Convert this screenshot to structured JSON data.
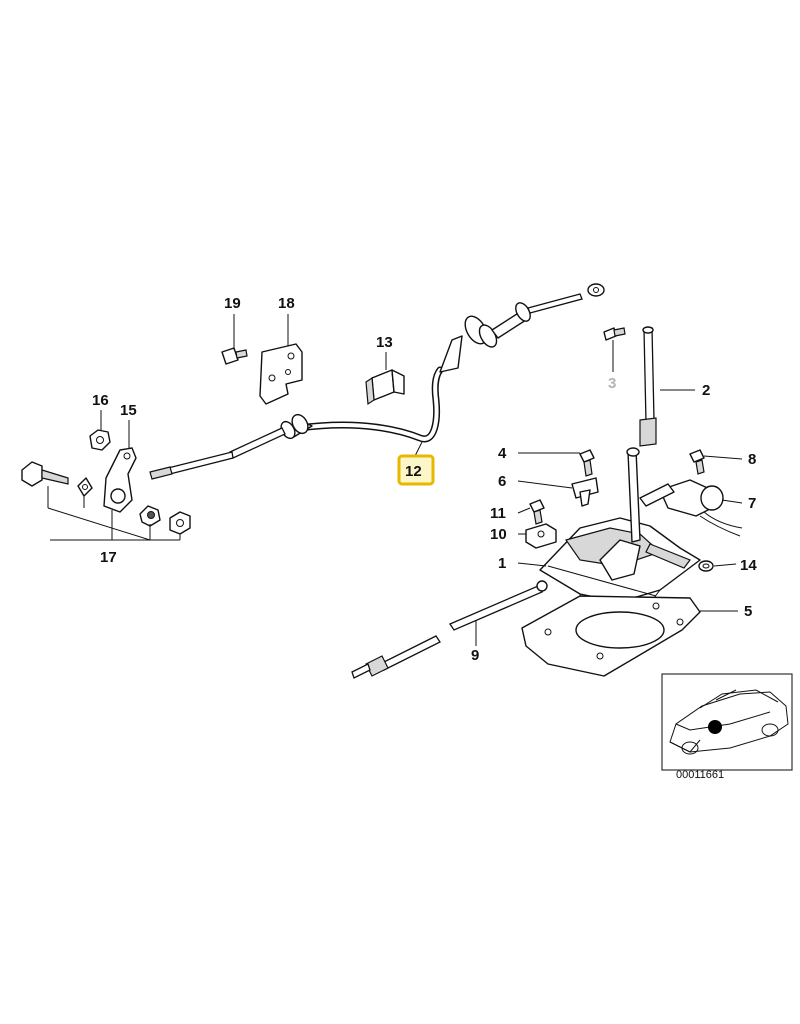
{
  "labels": {
    "p1": "1",
    "p2": "2",
    "p3": "3",
    "p4": "4",
    "p5": "5",
    "p6": "6",
    "p7": "7",
    "p8": "8",
    "p9": "9",
    "p10": "10",
    "p11": "11",
    "p12": "12",
    "p13": "13",
    "p14": "14",
    "p15": "15",
    "p16": "16",
    "p17": "17",
    "p18": "18",
    "p19": "19"
  },
  "highlight": {
    "part": "12",
    "color": "#e6b800"
  },
  "faded_parts": [
    "3"
  ],
  "diagram_code": "00011661",
  "colors": {
    "line": "#111111",
    "highlight_border": "#e6b800",
    "highlight_fill": "#fdf6c8",
    "faded_label": "#b4b4b4"
  }
}
